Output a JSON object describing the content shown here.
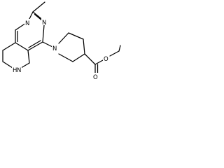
{
  "molecule": {
    "atoms": {
      "n_pyrimidine_top": "N",
      "n_pyrimidine_bottom": "N",
      "n_piperidine": "N",
      "n_tetrahydro": "N",
      "h_tetrahydro": "H",
      "o_carbonyl": "O",
      "o_ester": "O"
    }
  }
}
